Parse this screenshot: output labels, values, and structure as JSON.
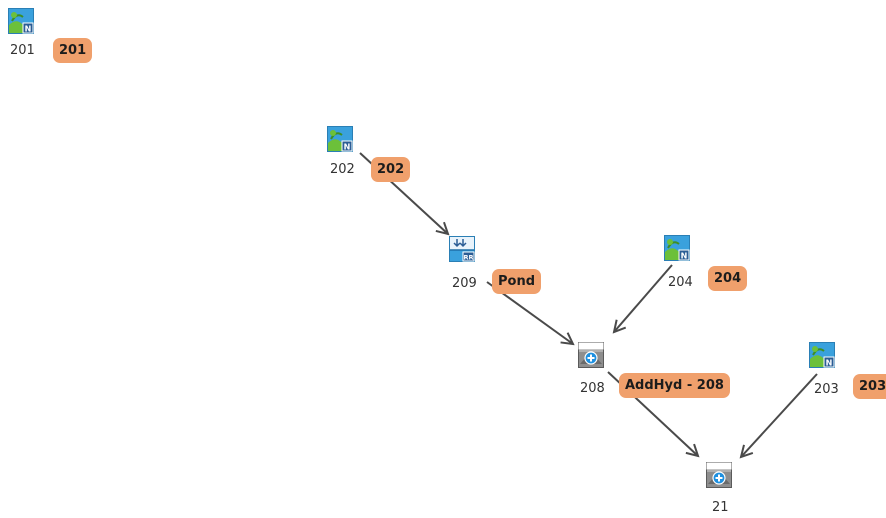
{
  "colors": {
    "tag_bg": "#f0a06c",
    "edge": "#4a4a4a",
    "catchment_sky": "#3aa1dd",
    "catchment_grass": "#6cc03a",
    "junction_bg": "#8e8e8e"
  },
  "nodes": {
    "n201": {
      "id": "201",
      "tag": "201",
      "kind": "catchment",
      "icon": "catchment-icon"
    },
    "n202": {
      "id": "202",
      "tag": "202",
      "kind": "catchment",
      "icon": "catchment-icon"
    },
    "n209": {
      "id": "209",
      "tag": "Pond",
      "kind": "pond",
      "icon": "pond-icon"
    },
    "n204": {
      "id": "204",
      "tag": "204",
      "kind": "catchment",
      "icon": "catchment-icon"
    },
    "n208": {
      "id": "208",
      "tag": "AddHyd - 208",
      "kind": "junction",
      "icon": "add-hydrograph-icon"
    },
    "n203": {
      "id": "203",
      "tag": "203",
      "kind": "catchment",
      "icon": "catchment-icon"
    },
    "n21": {
      "id": "21",
      "tag": "",
      "kind": "junction",
      "icon": "add-hydrograph-icon"
    }
  },
  "edges": [
    {
      "from": "202",
      "to": "209"
    },
    {
      "from": "209",
      "to": "208"
    },
    {
      "from": "204",
      "to": "208"
    },
    {
      "from": "208",
      "to": "21"
    },
    {
      "from": "203",
      "to": "21"
    }
  ]
}
